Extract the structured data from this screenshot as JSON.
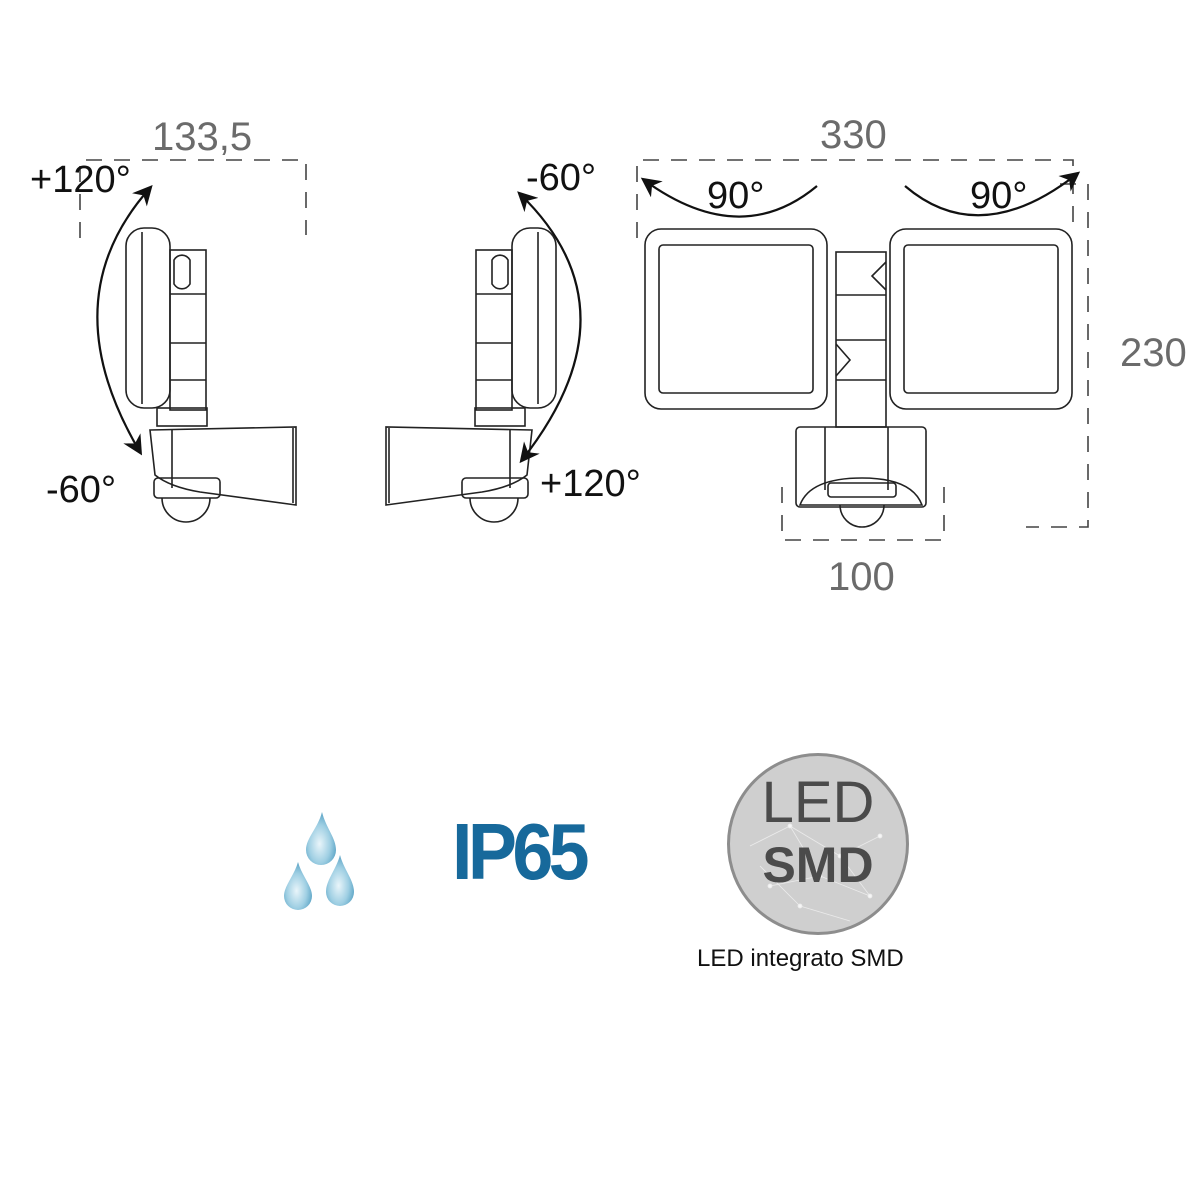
{
  "dimensions": {
    "depth": "133,5",
    "width": "330",
    "height": "230",
    "base_width": "100"
  },
  "side_view_left": {
    "angle_up": "+120°",
    "angle_down": "-60°"
  },
  "side_view_right": {
    "angle_up": "-60°",
    "angle_down": "+120°"
  },
  "front_view": {
    "left_head_rotation": "90°",
    "right_head_rotation": "90°"
  },
  "features": {
    "water_icon": "water-drops-icon",
    "ip_rating": "IP65",
    "led_badge_line1": "LED",
    "led_badge_line2": "SMD",
    "led_caption": "LED integrato SMD"
  },
  "colors": {
    "ip_blue": "#17699b",
    "dimension_gray": "#6b6b6b",
    "drop_blue": "#8cc3dc",
    "badge_gray": "#cfcfcf"
  }
}
